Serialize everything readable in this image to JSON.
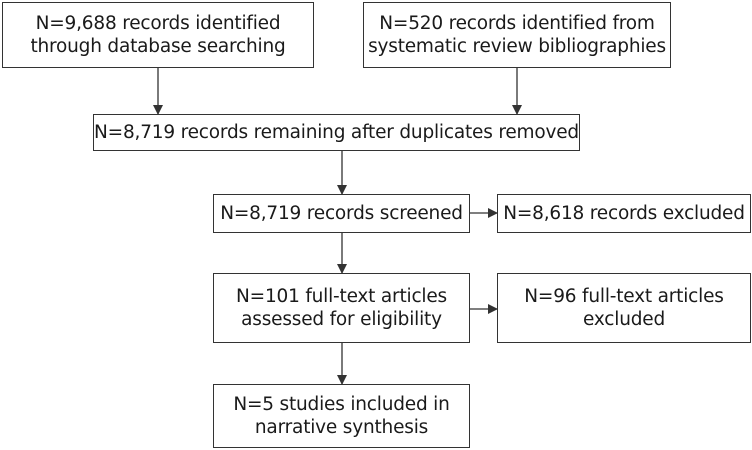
{
  "flowchart": {
    "boxes": {
      "database_search": {
        "lines": [
          "N=9,688 records identified",
          "through database searching"
        ]
      },
      "bibliographies": {
        "lines": [
          "N=520 records identified from",
          "systematic review bibliographies"
        ]
      },
      "duplicates_removed": {
        "lines": [
          "N=8,719 records remaining after duplicates removed"
        ]
      },
      "screened": {
        "lines": [
          "N=8,719 records screened"
        ]
      },
      "excluded_records": {
        "lines": [
          "N=8,618 records excluded"
        ]
      },
      "full_text_assessed": {
        "lines": [
          "N=101 full-text articles",
          "assessed for eligibility"
        ]
      },
      "full_text_excluded": {
        "lines": [
          "N=96 full-text articles",
          "excluded"
        ]
      },
      "included": {
        "lines": [
          "N=5 studies included in",
          "narrative synthesis"
        ]
      }
    }
  },
  "colors": {
    "border": "#333333",
    "arrow": "#333333",
    "text": "#1a1a1a"
  }
}
